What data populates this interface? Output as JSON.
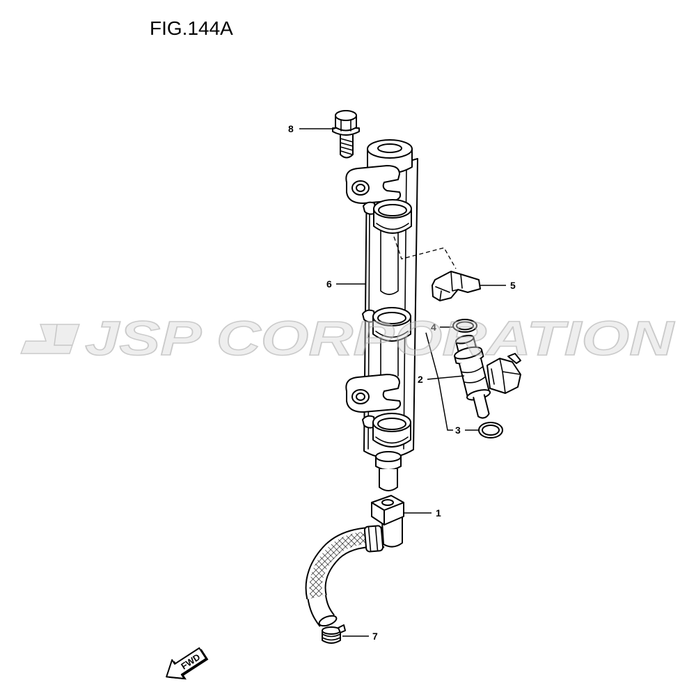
{
  "title": "FIG.144A",
  "watermark": {
    "text": "JSP CORPORATION"
  },
  "fwd_arrow": {
    "label": "FWD"
  },
  "callouts": [
    {
      "number": "1"
    },
    {
      "number": "2"
    },
    {
      "number": "3"
    },
    {
      "number": "4"
    },
    {
      "number": "5"
    },
    {
      "number": "6"
    },
    {
      "number": "7"
    },
    {
      "number": "8"
    }
  ],
  "colors": {
    "line": "#000000",
    "background": "#ffffff",
    "watermark": "#d7d7d7"
  }
}
